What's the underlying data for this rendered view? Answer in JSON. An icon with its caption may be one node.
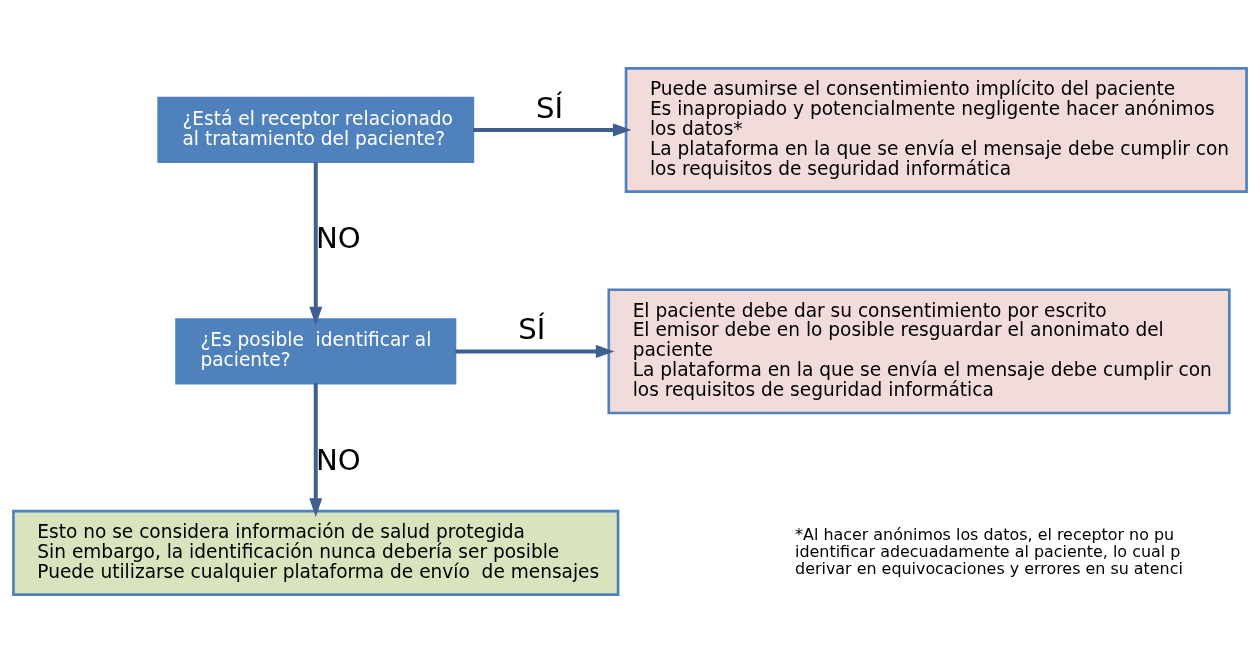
{
  "diagram": {
    "nodes": [
      {
        "text": [
          "¿Está el receptor relacionado al tratamiento del paciente?"
        ]
      },
      {
        "text": [
          "Puede asumirse el consentimiento implícito del paciente",
          "Es inapropiado y potencialmente negligente hacer anónimos los datos*",
          "La plataforma en la que se envía el mensaje debe cumplir con los requisitos de seguridad informática"
        ]
      },
      {
        "text": [
          "¿Es posible  identificar al paciente?"
        ]
      },
      {
        "text": [
          "El paciente debe dar su consentimiento por escrito",
          "El emisor debe en lo posible resguardar el anonimato del paciente",
          "La plataforma en la que se envía el mensaje debe cumplir con los requisitos de seguridad informática"
        ]
      },
      {
        "text": [
          "Esto no se considera información de salud protegida",
          "Sin embargo, la identificación nunca debería ser posible",
          "Puede utilizarse cualquier plataforma de envío  de mensajes"
        ]
      }
    ],
    "edges": [
      {
        "from": 0,
        "to": 1,
        "arrow": "to",
        "label": "SÍ"
      },
      {
        "from": 0,
        "to": 2,
        "arrow": "to",
        "label": "NO"
      },
      {
        "from": 2,
        "to": 3,
        "arrow": "to",
        "label": "SÍ"
      },
      {
        "from": 2,
        "to": 4,
        "arrow": "to",
        "label": "NO"
      }
    ],
    "labels": [
      "*Al hacer anónimos los datos, el receptor no pu identificar adecuadamente al paciente, lo cual p derivar en equivocaciones y errores en su atenci"
    ]
  }
}
